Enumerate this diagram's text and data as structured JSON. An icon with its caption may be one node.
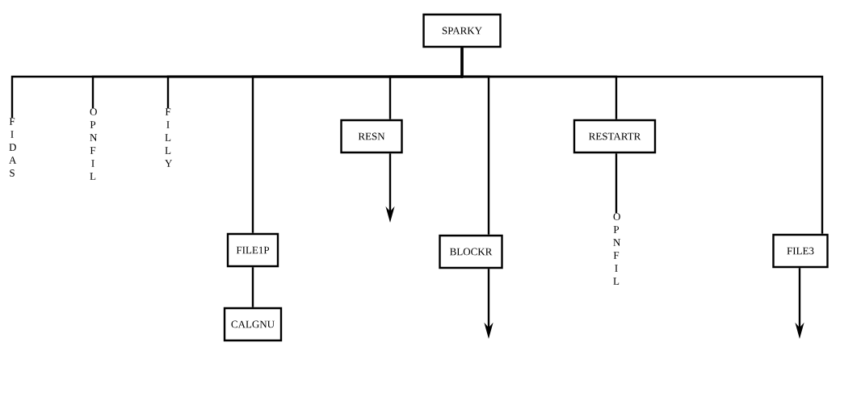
{
  "diagram": {
    "nodes": [
      {
        "text": [
          "SPARKY"
        ]
      },
      {
        "text": [
          "FIDAS"
        ]
      },
      {
        "text": [
          "OPNFIL"
        ]
      },
      {
        "text": [
          "FILLY"
        ]
      },
      {
        "text": [
          "RESN"
        ]
      },
      {
        "text": [
          "RESTARTR"
        ]
      },
      {
        "text": [
          "OPNFIL"
        ]
      },
      {
        "text": [
          "FILE1P"
        ]
      },
      {
        "text": [
          "BLOCKR"
        ]
      },
      {
        "text": [
          "FILE3"
        ]
      },
      {
        "text": [
          "CALGNU"
        ]
      }
    ],
    "edges": [
      {
        "from": 0,
        "to": 1,
        "arrow": "none"
      },
      {
        "from": 0,
        "to": 2,
        "arrow": "none"
      },
      {
        "from": 0,
        "to": 3,
        "arrow": "none"
      },
      {
        "from": 0,
        "to": 7,
        "arrow": "none"
      },
      {
        "from": 0,
        "to": 4,
        "arrow": "none"
      },
      {
        "from": 0,
        "to": 8,
        "arrow": "none"
      },
      {
        "from": 0,
        "to": 5,
        "arrow": "none"
      },
      {
        "from": 0,
        "to": 9,
        "arrow": "none"
      },
      {
        "from": 5,
        "to": 6,
        "arrow": "none"
      },
      {
        "from": 7,
        "to": 10,
        "arrow": "none"
      },
      {
        "from": 4,
        "to": null,
        "arrow": "to"
      },
      {
        "from": 8,
        "to": null,
        "arrow": "to"
      },
      {
        "from": 9,
        "to": null,
        "arrow": "to"
      }
    ]
  }
}
